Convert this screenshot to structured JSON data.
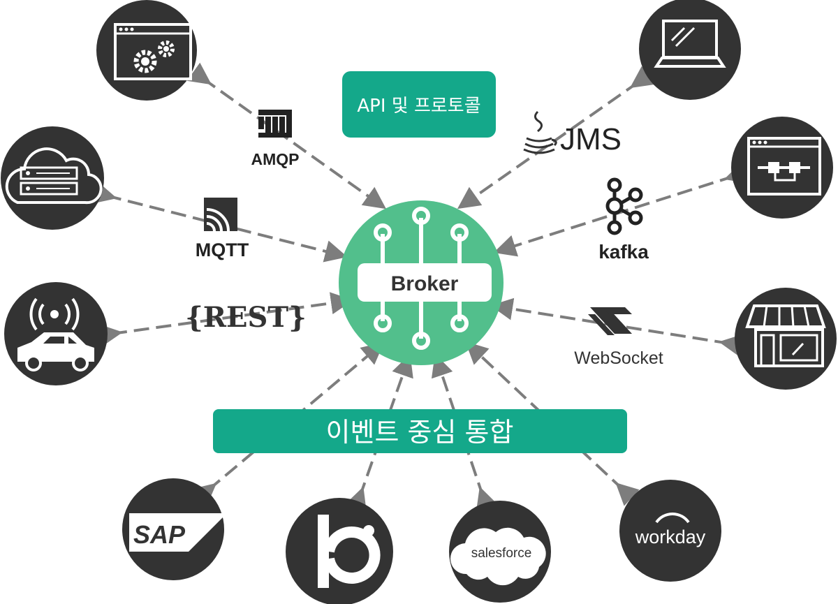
{
  "diagram": {
    "title_box": "API 및 프로토콜",
    "bottom_banner": "이벤트 중심 통합",
    "hub_label": "Broker",
    "protocols": {
      "amqp": "AMQP",
      "mqtt": "MQTT",
      "rest": "{REST}",
      "jms": "JMS",
      "kafka": "kafka",
      "websocket": "WebSocket"
    },
    "apps": {
      "sap": "SAP",
      "salesforce": "salesforce",
      "workday": "workday"
    },
    "nodes": [
      "app-window-gears",
      "cloud-server",
      "connected-car",
      "laptop",
      "workflow-window",
      "storefront",
      "sap",
      "b-logo",
      "salesforce",
      "workday"
    ],
    "colors": {
      "teal": "#14a88a",
      "hub_green": "#52bf8c",
      "node_dark": "#333333",
      "arrow_gray": "#7d7d7d"
    }
  }
}
